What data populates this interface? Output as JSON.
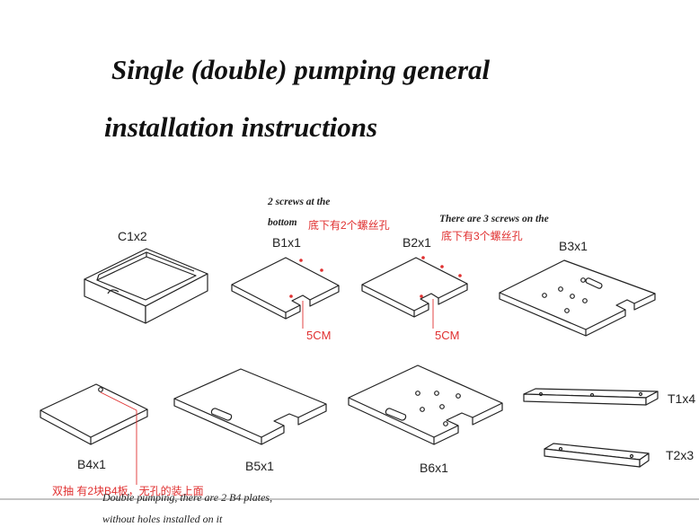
{
  "title": {
    "line1": "Single (double) pumping general",
    "line2": "installation instructions"
  },
  "parts": {
    "c1": "C1x2",
    "b1": "B1x1",
    "b2": "B2x1",
    "b3": "B3x1",
    "b4": "B4x1",
    "b5": "B5x1",
    "b6": "B6x1",
    "t1": "T1x4",
    "t2": "T2x3"
  },
  "notes": {
    "b1_en_line1": "2 screws at the",
    "b1_en_line2": "bottom",
    "b1_cn": "底下有2个螺丝孔",
    "b2_en": "There are 3 screws on the",
    "b2_cn": "底下有3个螺丝孔",
    "b1_dim": "5CM",
    "b2_dim": "5CM",
    "bottom_cn": "双抽 有2块B4板，无孔的装上面",
    "bottom_en_line1": "Double pumping, there are 2 B4 plates,",
    "bottom_en_line2": "without holes installed on it"
  },
  "colors": {
    "annotation": "#e03030",
    "line": "#222222"
  }
}
